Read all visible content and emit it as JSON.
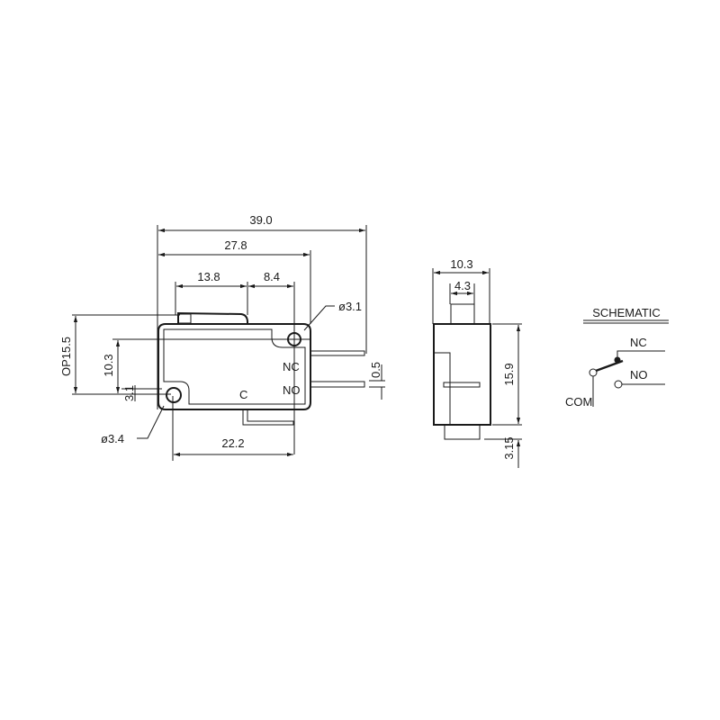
{
  "front_view": {
    "dims": {
      "overall_length": "39.0",
      "body_length": "27.8",
      "lever_length": "13.8",
      "lever_offset": "8.4",
      "op_height": "OP15.5",
      "hole_spacing_v": "10.3",
      "hole_offset": "3.1",
      "hole_dia_top": "ø3.1",
      "hole_dia_bottom": "ø3.4",
      "hole_spacing_h": "22.2",
      "terminal_thickness": "0.5"
    },
    "terminals": {
      "nc": "NC",
      "no": "NO",
      "c": "C"
    }
  },
  "side_view": {
    "dims": {
      "width": "10.3",
      "plunger_width": "4.3",
      "height": "15.9",
      "terminal": "3.15"
    }
  },
  "schematic": {
    "title": "SCHEMATIC",
    "nc": "NC",
    "no": "NO",
    "com": "COM"
  },
  "colors": {
    "ink": "#1a1a1a",
    "background": "#ffffff"
  }
}
